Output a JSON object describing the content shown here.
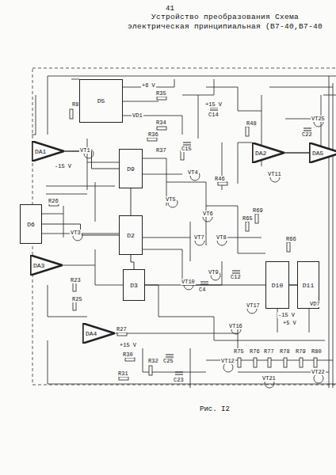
{
  "diagram": {
    "title": "Устройство преобразования Схема электрическая принципиальная (В7-40,В7-40",
    "caption": "Рис. I2",
    "nodes": [
      {
        "text": [
          "D5"
        ]
      },
      {
        "text": [
          "DA1"
        ]
      },
      {
        "text": [
          "D6"
        ]
      },
      {
        "text": [
          "DA3"
        ]
      },
      {
        "text": [
          "D9"
        ]
      },
      {
        "text": [
          "D2"
        ]
      },
      {
        "text": [
          "D3"
        ]
      },
      {
        "text": [
          "D10"
        ]
      },
      {
        "text": [
          "D11"
        ]
      },
      {
        "text": [
          "DA2"
        ]
      },
      {
        "text": [
          "DA4"
        ]
      },
      {
        "text": [
          "DA5"
        ]
      }
    ],
    "edges": [
      {
        "from": 1,
        "to": 4,
        "arrow": "none"
      },
      {
        "from": 2,
        "to": 5,
        "arrow": "none"
      },
      {
        "from": 4,
        "to": 5,
        "arrow": "none"
      },
      {
        "from": 5,
        "to": 6,
        "arrow": "none"
      },
      {
        "from": 6,
        "to": 7,
        "arrow": "none"
      },
      {
        "from": 7,
        "to": 8,
        "arrow": "none"
      },
      {
        "from": 9,
        "to": 11,
        "arrow": "none"
      }
    ],
    "labels": [
      "41",
      "+6 V",
      "R8",
      "R35",
      "VD1",
      "R34",
      "R36",
      "VT1",
      "-15 V",
      "C15",
      "R37",
      "VT4",
      "R46",
      "R48",
      "C14",
      "VT11",
      "+15 V",
      "VT25",
      "C22",
      "R23",
      "VT3",
      "R26",
      "VT5",
      "VT6",
      "VT7",
      "VT8",
      "VT9",
      "VT10",
      "R65",
      "R69",
      "C12",
      "+5 V",
      "R25",
      "VT16",
      "VT17",
      "R75",
      "R76",
      "R77",
      "R78",
      "R79",
      "R80",
      "VT21",
      "VT22",
      "R30",
      "R31",
      "R32",
      "C25",
      "C23",
      "R27",
      "C4",
      "VT12",
      "R66",
      "VD7",
      "-15 V",
      "+15 V"
    ]
  }
}
